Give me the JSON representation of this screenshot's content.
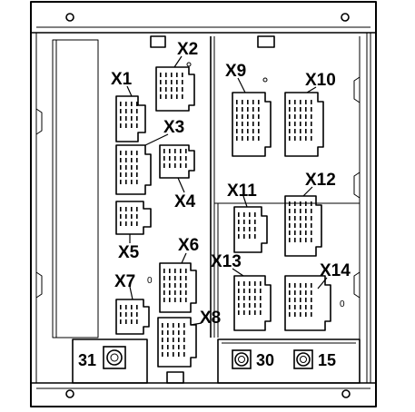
{
  "diagram": {
    "connectors": {
      "x1": "X1",
      "x2": "X2",
      "x3": "X3",
      "x4": "X4",
      "x5": "X5",
      "x6": "X6",
      "x7": "X7",
      "x8": "X8",
      "x9": "X9",
      "x10": "X10",
      "x11": "X11",
      "x12": "X12",
      "x13": "X13",
      "x14": "X14"
    },
    "terminals": {
      "t31": "31",
      "t30": "30",
      "t15": "15"
    },
    "marks": {
      "zero_left": "0",
      "zero_right": "0"
    },
    "colors": {
      "line": "#000000",
      "background": "#ffffff"
    }
  }
}
